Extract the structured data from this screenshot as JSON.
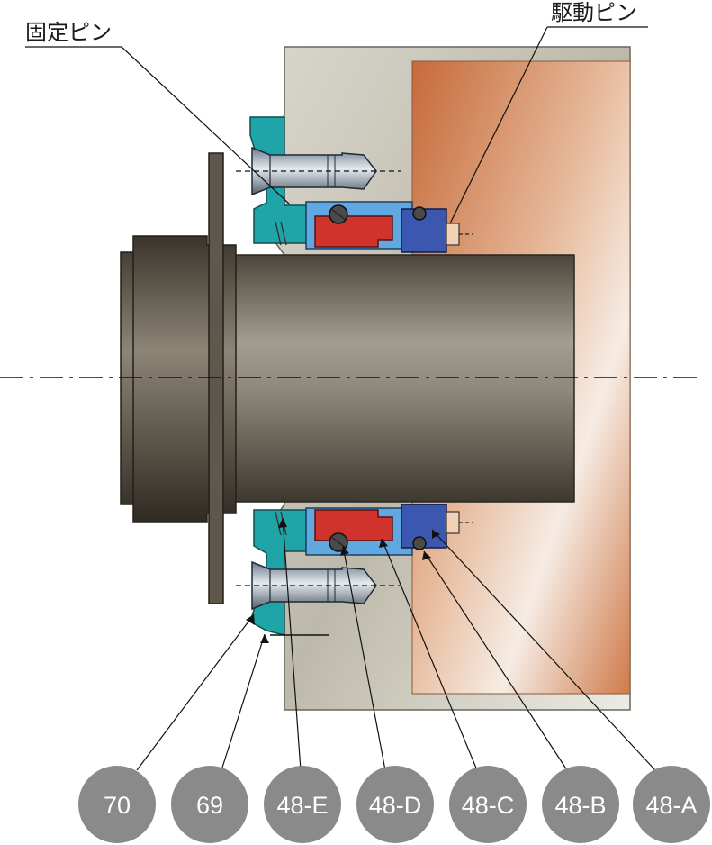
{
  "labels": {
    "fixing_pin": "固定ピン",
    "drive_pin": "駆動ピン"
  },
  "badges": [
    "70",
    "69",
    "48-E",
    "48-D",
    "48-C",
    "48-B",
    "48-A"
  ],
  "colors": {
    "housing": "#cfccc0",
    "stuffing_box": "#c9774e",
    "gland": "#1fa5a8",
    "rotating_ring": "#d0322c",
    "stationary_ring": "#3b57b0",
    "sleeve": "#5fa9e0",
    "shaft": "#7a7264",
    "badge": "#8a8a8a"
  }
}
